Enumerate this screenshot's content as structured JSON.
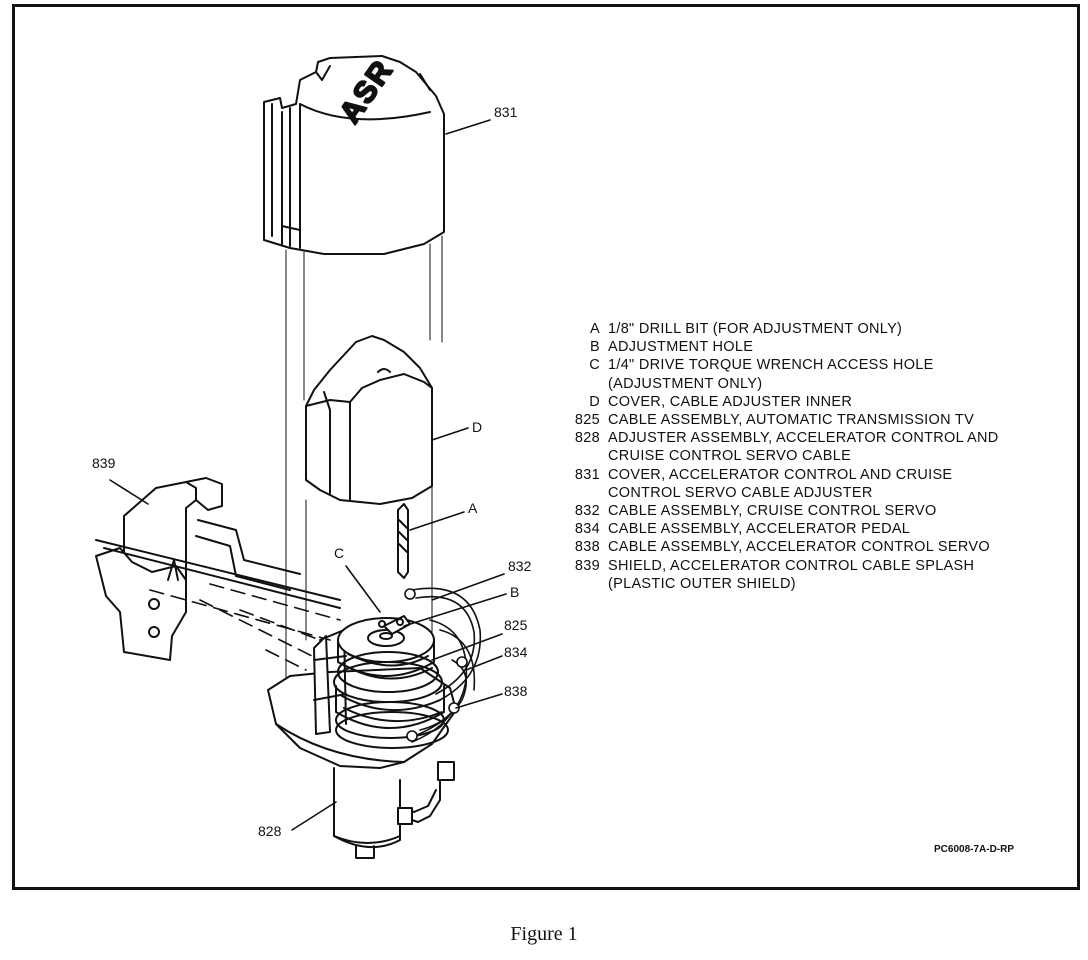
{
  "callouts": {
    "c831": "831",
    "cD": "D",
    "cA": "A",
    "c839": "839",
    "cC": "C",
    "c832": "832",
    "cB": "B",
    "c825": "825",
    "c834": "834",
    "c838": "838",
    "c828": "828",
    "cover_lettering": "ASR"
  },
  "legend": [
    {
      "key": "A",
      "text": "1/8\" DRILL BIT (FOR ADJUSTMENT ONLY)"
    },
    {
      "key": "B",
      "text": "ADJUSTMENT HOLE"
    },
    {
      "key": "C",
      "text": "1/4\" DRIVE TORQUE WRENCH ACCESS HOLE"
    },
    {
      "key": "",
      "text": "(ADJUSTMENT ONLY)"
    },
    {
      "key": "D",
      "text": "COVER, CABLE ADJUSTER INNER"
    },
    {
      "key": "825",
      "text": "CABLE ASSEMBLY, AUTOMATIC TRANSMISSION TV"
    },
    {
      "key": "828",
      "text": "ADJUSTER ASSEMBLY, ACCELERATOR CONTROL AND"
    },
    {
      "key": "",
      "text": "CRUISE CONTROL SERVO CABLE"
    },
    {
      "key": "831",
      "text": "COVER, ACCELERATOR CONTROL AND CRUISE"
    },
    {
      "key": "",
      "text": "CONTROL SERVO CABLE ADJUSTER"
    },
    {
      "key": "832",
      "text": "CABLE ASSEMBLY, CRUISE CONTROL SERVO"
    },
    {
      "key": "834",
      "text": "CABLE ASSEMBLY, ACCELERATOR PEDAL"
    },
    {
      "key": "838",
      "text": "CABLE ASSEMBLY, ACCELERATOR CONTROL SERVO"
    },
    {
      "key": "839",
      "text": "SHIELD, ACCELERATOR CONTROL CABLE SPLASH"
    },
    {
      "key": "",
      "text": "(PLASTIC OUTER SHIELD)"
    }
  ],
  "drawing_code": "PC6008-7A-D-RP",
  "caption": "Figure 1"
}
